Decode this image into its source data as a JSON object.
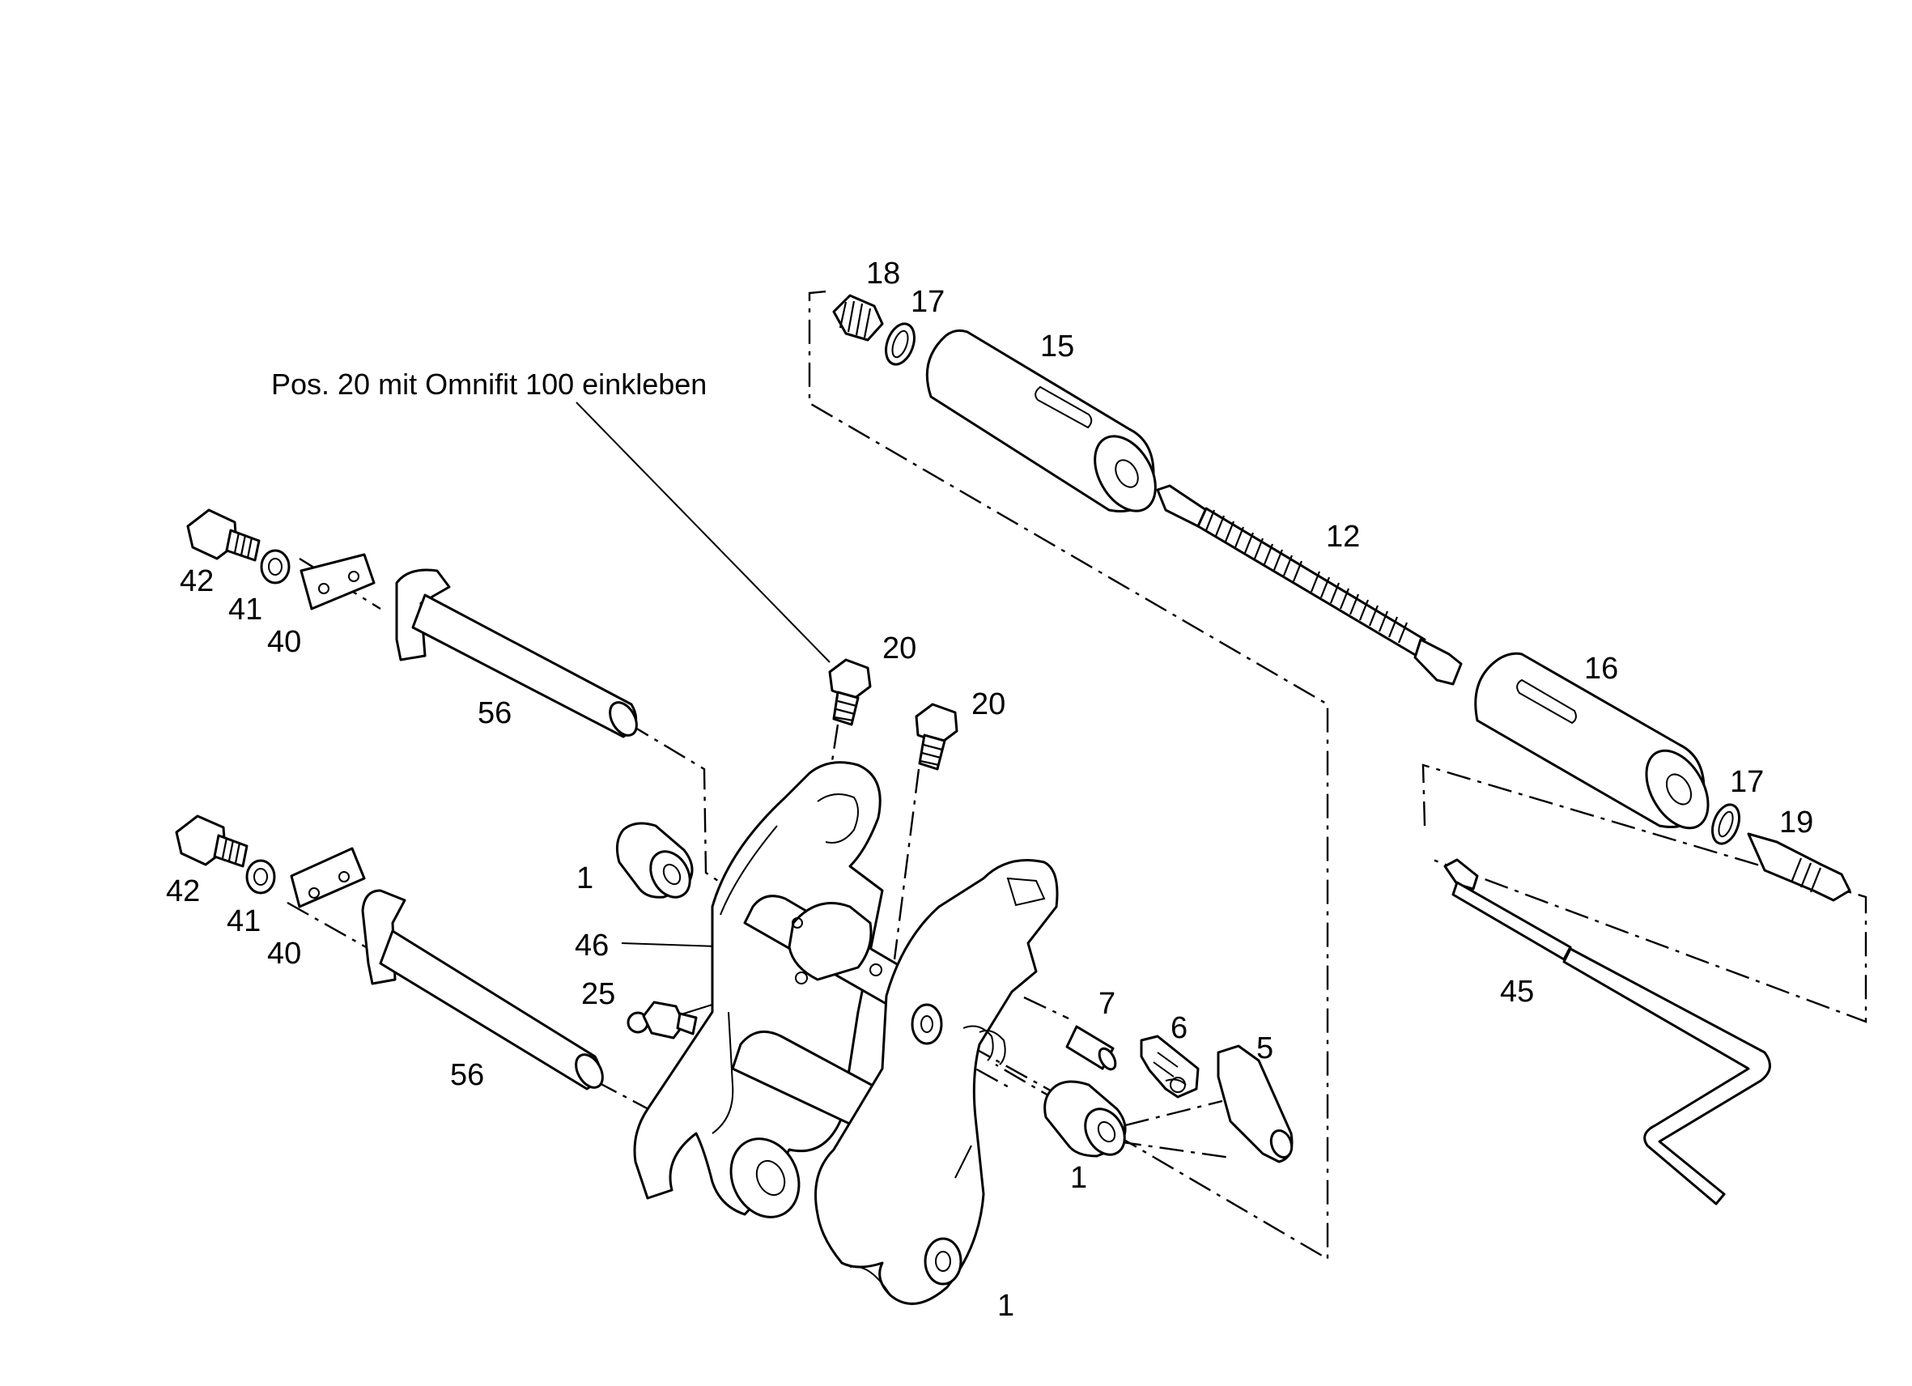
{
  "note": "Pos. 20 mit Omnifit 100 einkleben",
  "labels": {
    "p18": "18",
    "p17a": "17",
    "p15": "15",
    "p12": "12",
    "p16": "16",
    "p17b": "17",
    "p19": "19",
    "p45": "45",
    "p42a": "42",
    "p41a": "41",
    "p40a": "40",
    "p56a": "56",
    "p42b": "42",
    "p41b": "41",
    "p40b": "40",
    "p56b": "56",
    "p20a": "20",
    "p20b": "20",
    "p1a": "1",
    "p46": "46",
    "p25": "25",
    "p7": "7",
    "p6": "6",
    "p5": "5",
    "p1b": "1",
    "p1c": "1"
  },
  "icons": [
    "hex-bolt-icon",
    "washer-icon",
    "sleeve-icon",
    "threaded-rod-icon",
    "crank-handle-icon",
    "bracket-icon"
  ]
}
